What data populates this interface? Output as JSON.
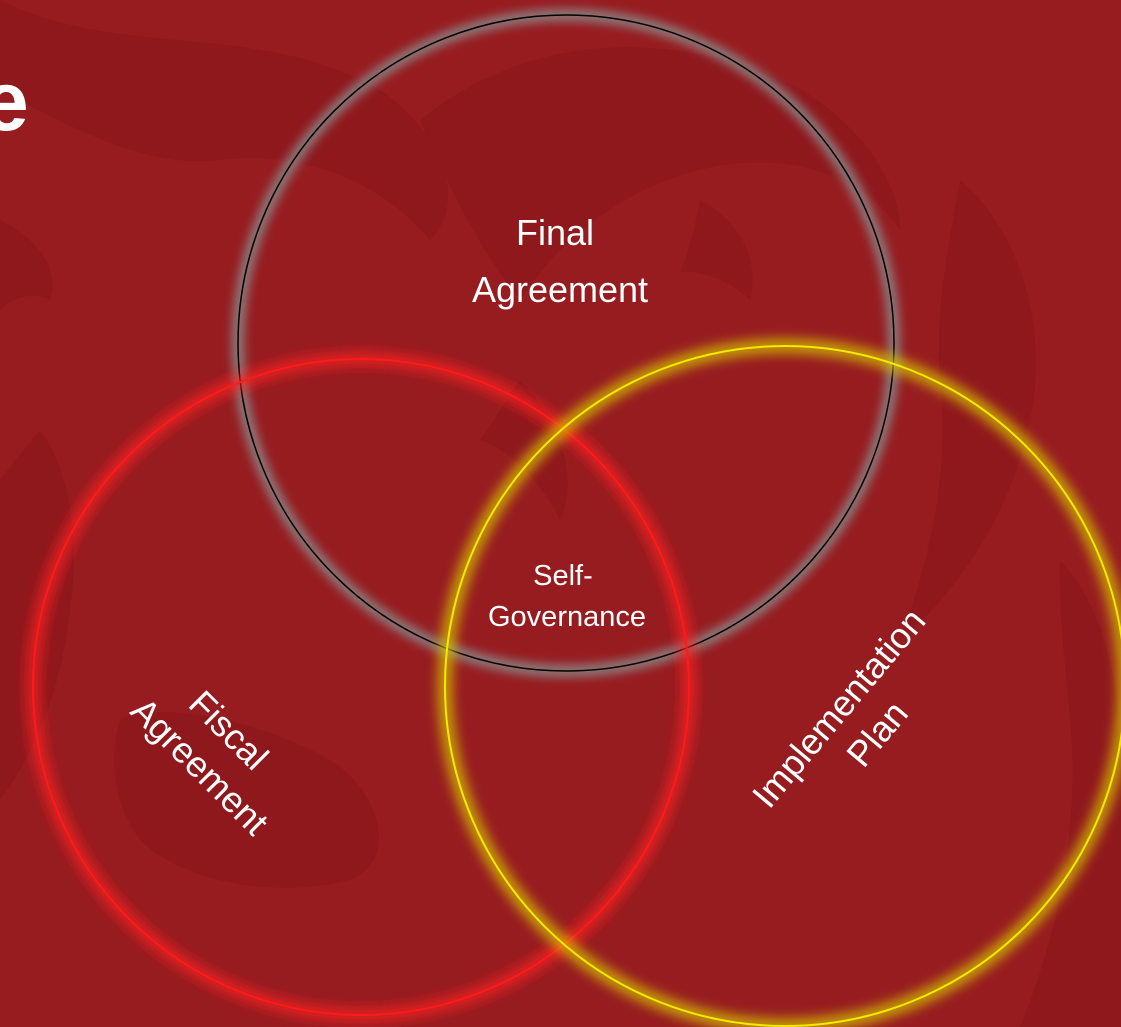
{
  "slide": {
    "title_fragment": "e"
  },
  "venn": {
    "circles": [
      {
        "id": "final",
        "label_lines": [
          "Final",
          "Agreement"
        ],
        "stroke": "#000000",
        "glow": "#8a8a8a"
      },
      {
        "id": "fiscal",
        "label_lines": [
          "Fiscal",
          "Agreement"
        ],
        "stroke": "#ff1a1a",
        "glow": "#ff2020"
      },
      {
        "id": "implementation",
        "label_lines": [
          "Implementation",
          "Plan"
        ],
        "stroke": "#f2ea00",
        "glow": "#d8c800"
      }
    ],
    "center_label_lines": [
      "Self-",
      "Governance"
    ]
  },
  "colors": {
    "background": "#961c20",
    "background_shape": "#8a161b",
    "text": "#ffffff"
  }
}
